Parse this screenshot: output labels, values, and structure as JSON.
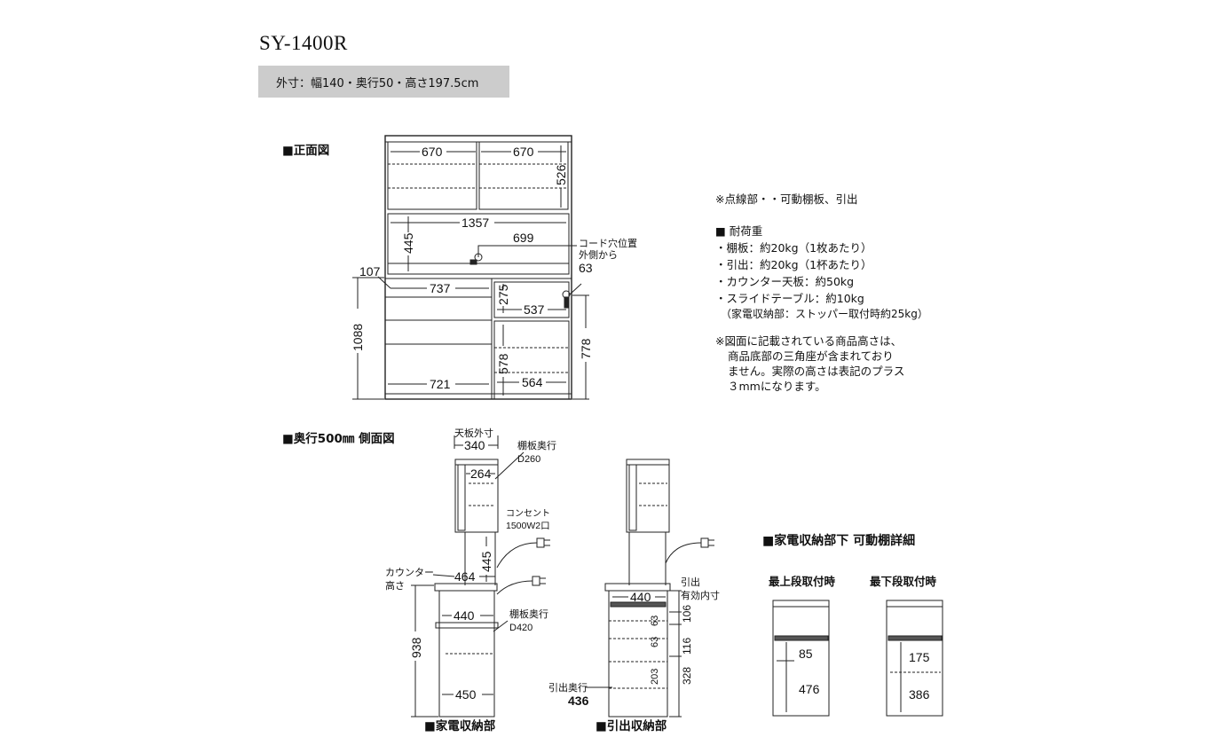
{
  "header": {
    "model": "SY-1400R",
    "dimensions": "外寸：幅140・奥行50・高さ197.5cm"
  },
  "front": {
    "title": "■正面図",
    "dims": {
      "w670a": "670",
      "w670b": "670",
      "h526": "526",
      "w1357": "1357",
      "h445": "445",
      "w699": "699",
      "cord": "コード穴位置",
      "cord2": "外側から",
      "d63": "63",
      "d107": "107",
      "w737": "737",
      "h275": "275",
      "w537": "537",
      "h1088": "1088",
      "h778": "778",
      "h578": "578",
      "w721": "721",
      "w564": "564"
    }
  },
  "notes": {
    "dotted": "※点線部・・可動棚板、引出",
    "load_title": "■ 耐荷重",
    "load_items": [
      "・棚板：約20kg（1枚あたり）",
      "・引出：約20kg（1杯あたり）",
      "・カウンター天板：約50kg",
      "・スライドテーブル：約10kg",
      "（家電収納部：ストッパー取付時約25kg）"
    ],
    "height_note": [
      "※図面に記載されている商品高さは、",
      "商品底部の三角座が含まれており",
      "ません。実際の高さは表記のプラス",
      "３mmになります。"
    ]
  },
  "side": {
    "title": "■奥行500㎜ 側面図",
    "top_outer": "天板外寸",
    "d340": "340",
    "d264": "264",
    "shelf_depth": "棚板奥行",
    "d260": "D260",
    "outlet": "コンセント",
    "outlet2": "1500W2口",
    "h445": "445",
    "counter": "カウンター",
    "counter2": "高さ",
    "d464": "464",
    "d440": "440",
    "shelf_depth2": "棚板奥行",
    "d420": "D420",
    "h938": "938",
    "d450": "450",
    "label_appliance": "■家電収納部",
    "d440b": "440",
    "drawer_inner": "引出",
    "drawer_inner2": "有効内寸",
    "h106": "106",
    "h116": "116",
    "h328": "328",
    "h63a": "63",
    "h63b": "63",
    "h203": "203",
    "drawer_depth": "引出奥行",
    "d436": "436",
    "label_drawer": "■引出収納部"
  },
  "detail": {
    "title": "■家電収納部下 可動棚詳細",
    "top_label": "最上段取付時",
    "bottom_label": "最下段取付時",
    "a85": "85",
    "a476": "476",
    "b175": "175",
    "b386": "386"
  }
}
